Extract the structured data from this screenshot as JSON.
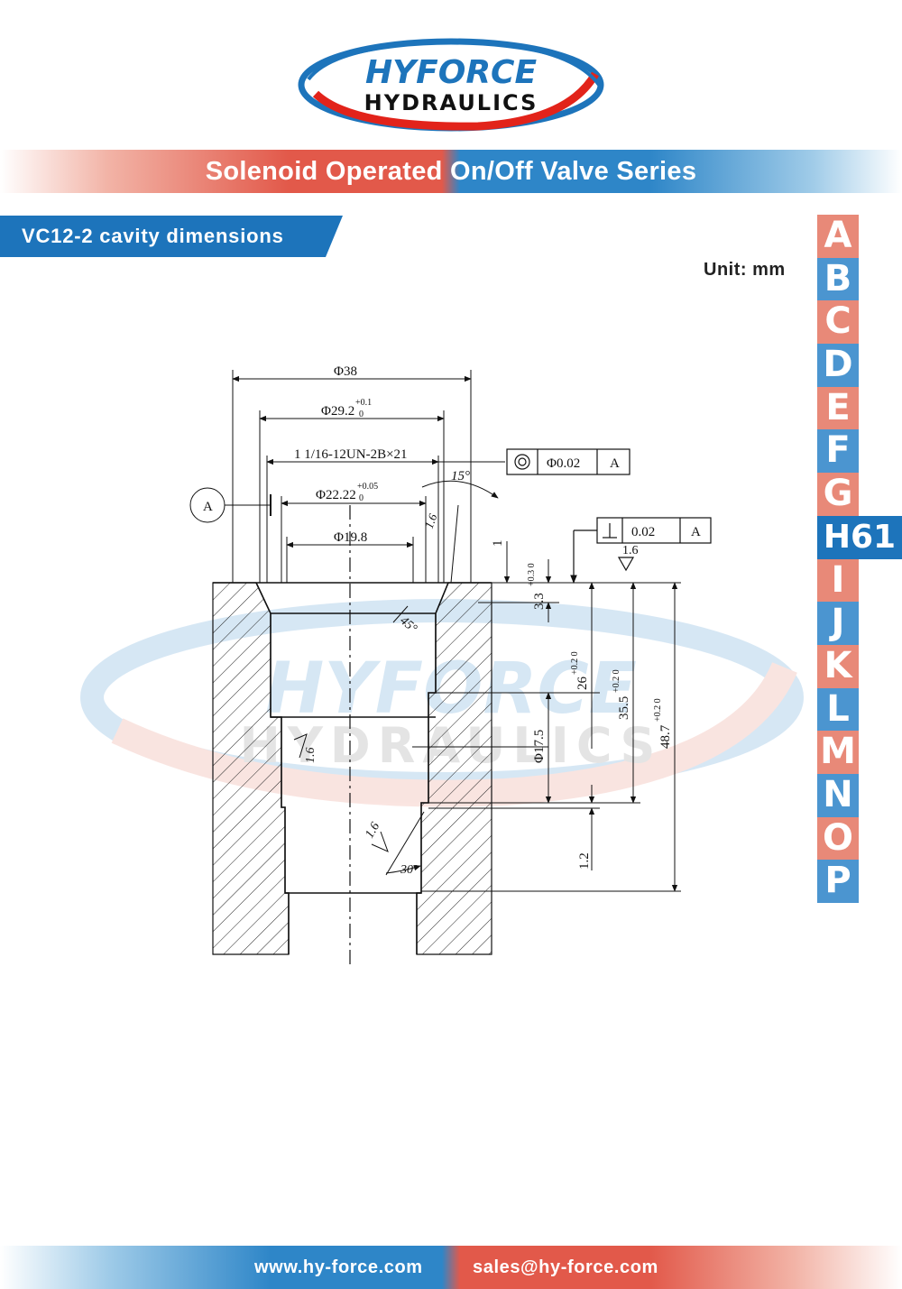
{
  "brand": {
    "line1": "HYFORCE",
    "line2": "HYDRAULICS",
    "red": "#e2231a",
    "blue": "#1d74bb"
  },
  "series_title": "Solenoid Operated On/Off Valve Series",
  "section_title": "VC12-2 cavity dimensions",
  "unit_label": "Unit: mm",
  "side_index": [
    {
      "label": "A",
      "tone": "red"
    },
    {
      "label": "B",
      "tone": "blue"
    },
    {
      "label": "C",
      "tone": "red"
    },
    {
      "label": "D",
      "tone": "blue"
    },
    {
      "label": "E",
      "tone": "red"
    },
    {
      "label": "F",
      "tone": "blue"
    },
    {
      "label": "G",
      "tone": "red"
    },
    {
      "label": "H61",
      "tone": "active"
    },
    {
      "label": "I",
      "tone": "red"
    },
    {
      "label": "J",
      "tone": "blue"
    },
    {
      "label": "K",
      "tone": "red"
    },
    {
      "label": "L",
      "tone": "blue"
    },
    {
      "label": "M",
      "tone": "red"
    },
    {
      "label": "N",
      "tone": "blue"
    },
    {
      "label": "O",
      "tone": "red"
    },
    {
      "label": "P",
      "tone": "blue"
    }
  ],
  "drawing": {
    "d38": "Φ38",
    "d29_main": "Φ29.2",
    "d29_tol_up": "+0.1",
    "d29_tol_lo": "0",
    "thread": "1 1/16-12UN-2B×21",
    "d2222_main": "Φ22.22",
    "d2222_tol_up": "+0.05",
    "d2222_tol_lo": "0",
    "d198": "Φ19.8",
    "datum": "A",
    "conc_tol": "Φ0.02",
    "conc_datum": "A",
    "perp_tol": "0.02",
    "perp_datum": "A",
    "rough_top": "1.6",
    "rough_chamfer": "1.6",
    "rough_bore": "1.6",
    "rough_lower": "1.6",
    "angle15": "15°",
    "angle45": "45°",
    "angle30": "30°",
    "dim1": "1",
    "dim33_main": "3.3",
    "dim33_tol": "+0.3 0",
    "dim26_main": "26",
    "dim26_tol": "+0.2 0",
    "dim355_main": "35.5",
    "dim355_tol": "+0.2 0",
    "dim487_main": "48.7",
    "dim487_tol": "+0.2 0",
    "d175": "Φ17.5",
    "dim12": "1.2"
  },
  "footer": {
    "website": "www.hy-force.com",
    "email": "sales@hy-force.com"
  }
}
